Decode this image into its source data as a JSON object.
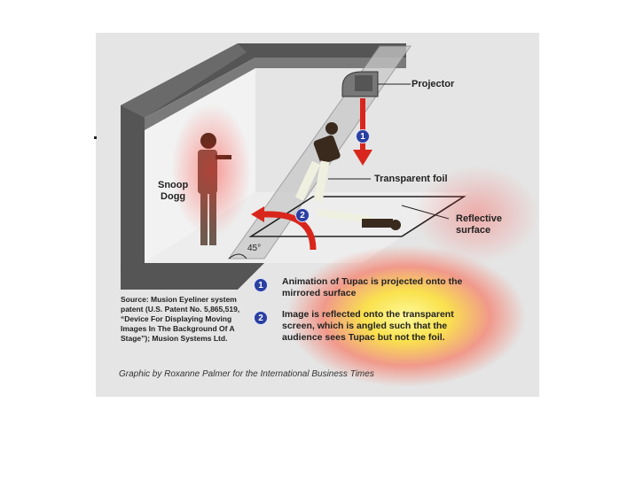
{
  "labels": {
    "projector": "Projector",
    "snoop_dogg": "Snoop\nDogg",
    "transparent_foil": "Transparent foil",
    "reflective_surface": "Reflective\nsurface",
    "angle": "45°"
  },
  "steps": [
    {
      "number": "1",
      "text": "Animation of Tupac is projected onto the mirrored surface"
    },
    {
      "number": "2",
      "text": "Image is reflected onto the transparent screen, which is angled such that the audience sees Tupac but not the foil."
    }
  ],
  "source": "Source: Musion Eyeliner system patent (U.S. Patent No. 5,865,519, “Device For Displaying Moving Images In The Background Of A Stage”); Musion Systems Ltd.",
  "credit": "Graphic by Roxanne Palmer for the International Business Times",
  "colors": {
    "panel_bg": "#e5e5e5",
    "box_dark": "#555555",
    "arrow_red": "#d9261c",
    "badge_blue": "#2a3fa0",
    "heat_yellow": "#fff35a",
    "heat_red": "#ff2a1a"
  }
}
